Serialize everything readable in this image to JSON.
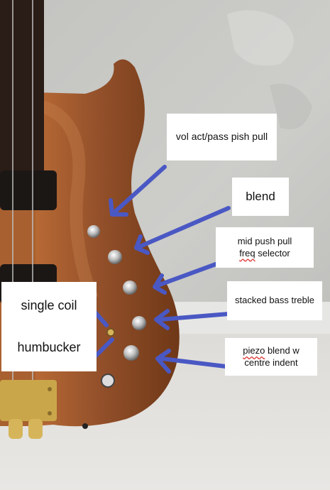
{
  "labels": {
    "vol": "vol act/pass pish pull",
    "blend": "blend",
    "mid_word": "mid push pull",
    "mid_freq": "freq",
    "mid_rest": " selector",
    "stacked": "stacked bass treble",
    "piezo_word": "piezo",
    "piezo_rest": " blend w centre indent",
    "single_coil": "single coil",
    "humbucker": "humbucker"
  },
  "colors": {
    "arrow": "#4a58c4",
    "wall": "#cbcbc8",
    "floor": "#e3e2df",
    "wood": "#8a4a22",
    "fretboard": "#2a1c16"
  }
}
